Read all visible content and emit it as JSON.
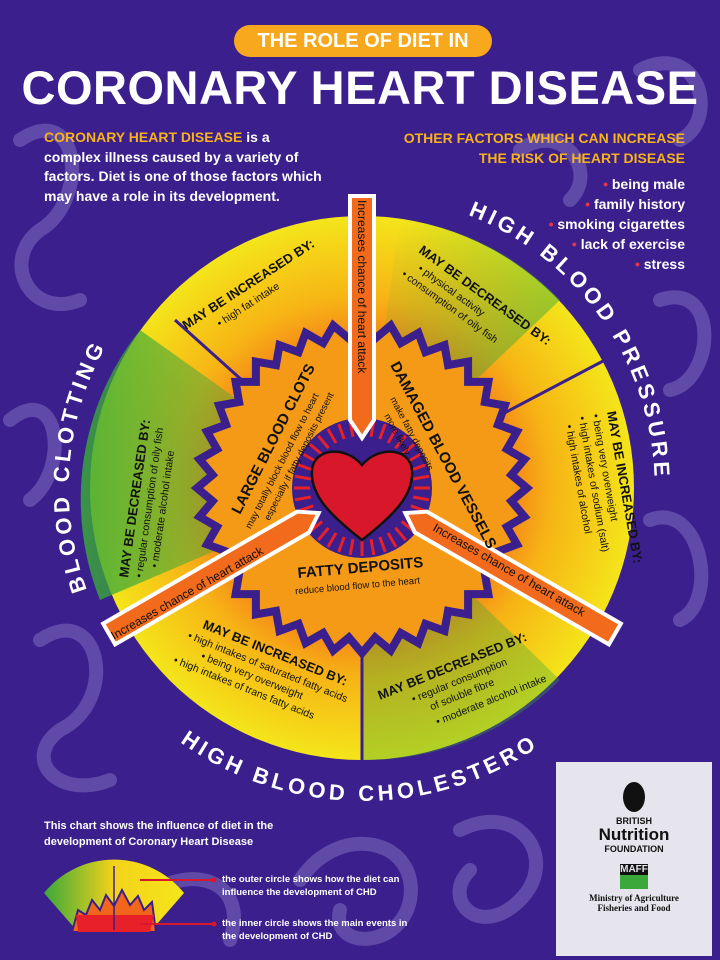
{
  "header": {
    "subtitle": "THE ROLE OF DIET IN",
    "title": "CORONARY HEART DISEASE"
  },
  "intro": {
    "highlight": "CORONARY HEART DISEASE",
    "text": " is a complex illness caused by a variety of factors. Diet is one of those factors which may have a role in its development."
  },
  "other_factors": {
    "heading_line1": "OTHER FACTORS WHICH CAN INCREASE",
    "heading_line2": "THE RISK OF HEART DISEASE",
    "items": [
      "being male",
      "family history",
      "smoking cigarettes",
      "lack of exercise",
      "stress"
    ]
  },
  "wheel": {
    "outer_labels": {
      "clotting": "BLOOD CLOTTING",
      "pressure": "HIGH BLOOD PRESSURE",
      "cholesterol": "HIGH BLOOD CHOLESTEROL"
    },
    "arrow_text": "Increases chance of heart attack",
    "sectors": {
      "clotting_increased": {
        "heading": "MAY BE INCREASED BY:",
        "items": [
          "• high fat intake"
        ]
      },
      "clotting_decreased": {
        "heading": "MAY BE DECREASED BY:",
        "items": [
          "• regular consumption of oily fish",
          "• moderate alcohol intake"
        ]
      },
      "pressure_decreased": {
        "heading": "MAY BE DECREASED BY:",
        "items": [
          "• physical activity",
          "• consumption of oily fish"
        ]
      },
      "pressure_increased": {
        "heading": "MAY BE INCREASED BY:",
        "items": [
          "• being very overweight",
          "• high intakes of sodium (salt)",
          "• high intakes of alcohol"
        ]
      },
      "cholesterol_increased": {
        "heading": "MAY BE INCREASED BY:",
        "items": [
          "• high intakes of saturated fatty acids",
          "• being very overweight",
          "• high intakes of trans fatty acids"
        ]
      },
      "cholesterol_decreased": {
        "heading": "MAY BE DECREASED BY:",
        "items": [
          "• regular consumption",
          "of soluble fibre",
          "• moderate alcohol intake"
        ]
      }
    },
    "inner": {
      "clots": {
        "title": "LARGE BLOOD CLOTS",
        "line1": "may totally block blood flow to heart",
        "line2": "especially if fatty deposits present"
      },
      "vessels": {
        "title": "DAMAGED BLOOD VESSELS",
        "line1": "make fatty deposits",
        "line2": "more likely"
      },
      "fatty": {
        "title": "FATTY DEPOSITS",
        "line1": "reduce blood flow to the heart"
      }
    }
  },
  "legend": {
    "title": "This chart shows the influence of diet in the development of Coronary Heart Disease",
    "outer": "the outer circle shows how the diet can influence the development of CHD",
    "inner": "the inner circle shows the main events in the development of CHD"
  },
  "logos": {
    "bnf_line1": "BRITISH",
    "bnf_line2": "Nutrition",
    "bnf_line3": "FOUNDATION",
    "maff": "MAFF",
    "ministry_line1": "Ministry of Agriculture",
    "ministry_line2": "Fisheries and Food"
  },
  "colors": {
    "background": "#3b1f8c",
    "accent": "#f7a81c",
    "bullet": "#e8334a"
  }
}
